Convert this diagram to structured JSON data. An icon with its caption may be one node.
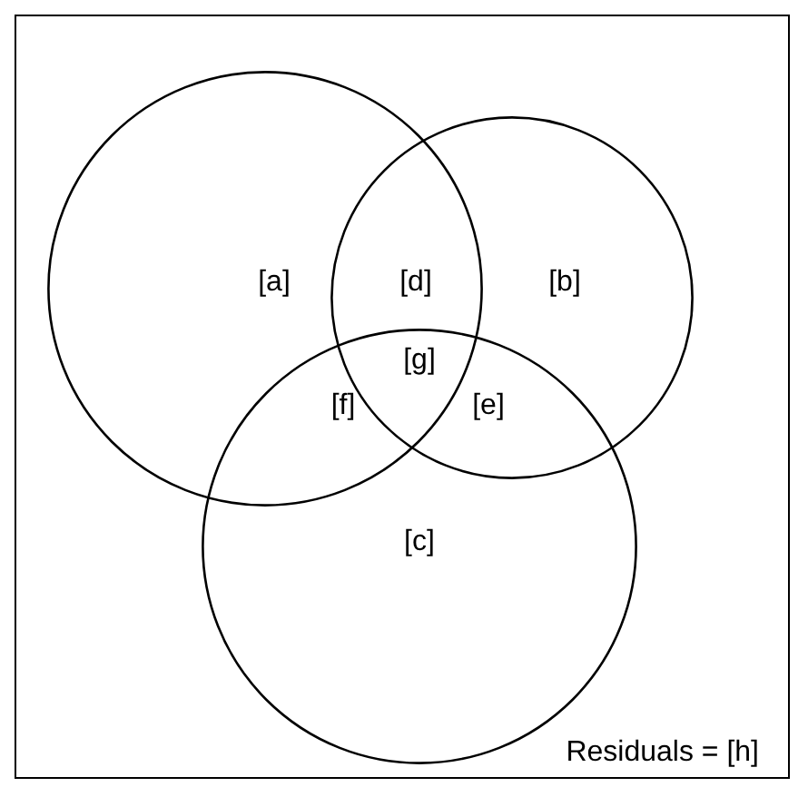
{
  "diagram": {
    "nodes": [
      {
        "text": [
          "Residuals = [h]"
        ]
      },
      {
        "text": [],
        "shape": "circle",
        "in": 0
      },
      {
        "text": [],
        "shape": "circle",
        "in": 0
      },
      {
        "text": [],
        "shape": "circle",
        "in": 0
      }
    ],
    "edges": [],
    "labels": [
      "[a]",
      "[d]",
      "[b]",
      "[g]",
      "[f]",
      "[e]",
      "[c]"
    ]
  }
}
